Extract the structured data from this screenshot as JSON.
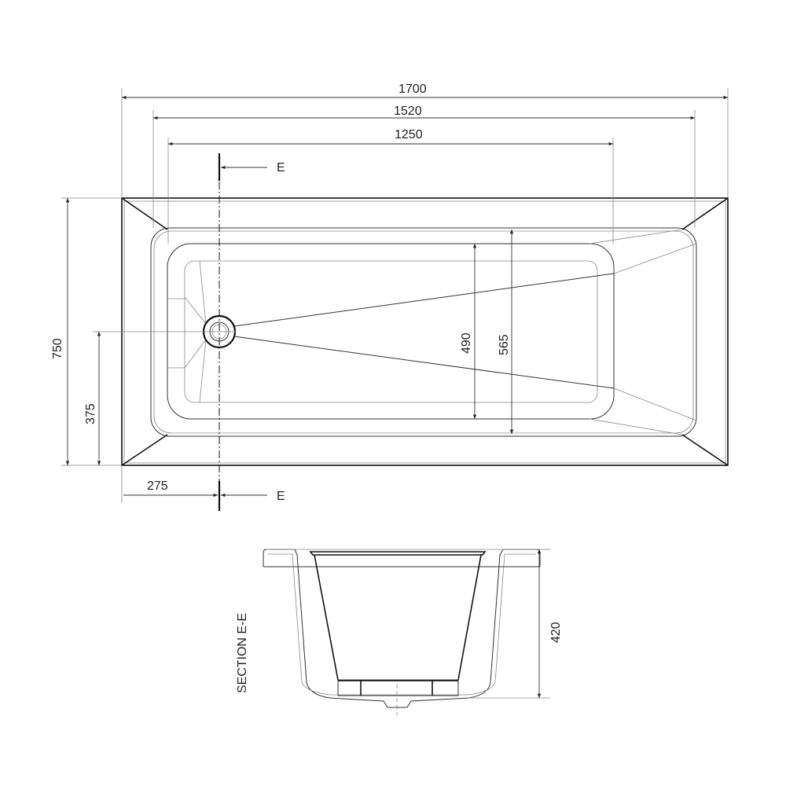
{
  "plan_view": {
    "dimensions": {
      "overall_length": "1700",
      "inner_length": "1520",
      "basin_length": "1250",
      "overall_width": "750",
      "drain_offset_width": "375",
      "basin_width_inner": "490",
      "basin_width_outer": "565",
      "drain_offset_length": "275"
    },
    "section_marker_top": "E",
    "section_marker_bottom": "E"
  },
  "section_view": {
    "label": "SECTION  E-E",
    "depth": "420"
  }
}
